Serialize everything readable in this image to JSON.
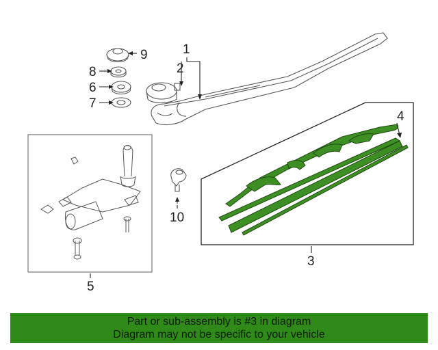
{
  "diagram": {
    "callouts": {
      "c1": "1",
      "c2": "2",
      "c3": "3",
      "c4": "4",
      "c5": "5",
      "c6": "6",
      "c7": "7",
      "c8": "8",
      "c9": "9",
      "c10": "10"
    },
    "highlight_color": "#2f8a19",
    "highlighted_part": "3"
  },
  "banner": {
    "line1": "Part or sub-assembly is #3 in diagram",
    "line2": "Diagram may not be specific to your vehicle"
  }
}
